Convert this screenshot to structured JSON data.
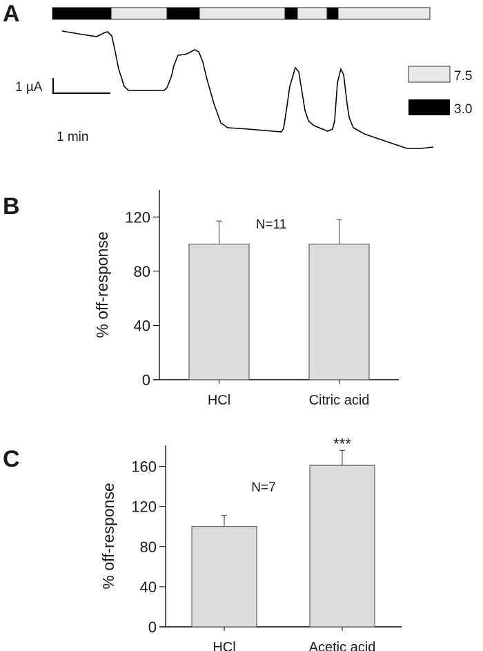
{
  "chart_data": [
    {
      "panel": "A",
      "type": "line",
      "title": "",
      "stimulus_bar": [
        {
          "ph": "3.0"
        },
        {
          "ph": "7.5"
        },
        {
          "ph": "3.0"
        },
        {
          "ph": "7.5"
        },
        {
          "ph": "3.0"
        },
        {
          "ph": "7.5"
        },
        {
          "ph": "3.0"
        },
        {
          "ph": "7.5"
        }
      ],
      "legend": [
        {
          "label": "7.5",
          "color": "#e8e8e8"
        },
        {
          "label": "3.0",
          "color": "#000000"
        }
      ],
      "legend_position": "right",
      "scale_bar": {
        "current_label": "1 µA",
        "time_label": "1 min"
      }
    },
    {
      "panel": "B",
      "type": "bar",
      "categories": [
        "HCl",
        "Citric acid"
      ],
      "values": [
        100,
        100
      ],
      "errors": [
        17,
        18
      ],
      "ylabel": "% off-response",
      "ylim": [
        0,
        140
      ],
      "yticks": [
        "0",
        "40",
        "80",
        "120"
      ],
      "annotation": "N=11",
      "bar_color": "#dcdcdc"
    },
    {
      "panel": "C",
      "type": "bar",
      "categories": [
        "HCl",
        "Acetic acid"
      ],
      "values": [
        100,
        161
      ],
      "errors": [
        11,
        15
      ],
      "ylabel": "% off-response",
      "ylim": [
        0,
        181
      ],
      "yticks": [
        "0",
        "40",
        "80",
        "120",
        "160"
      ],
      "annotation": "N=7",
      "significance": "***",
      "bar_color": "#dcdcdc"
    }
  ]
}
